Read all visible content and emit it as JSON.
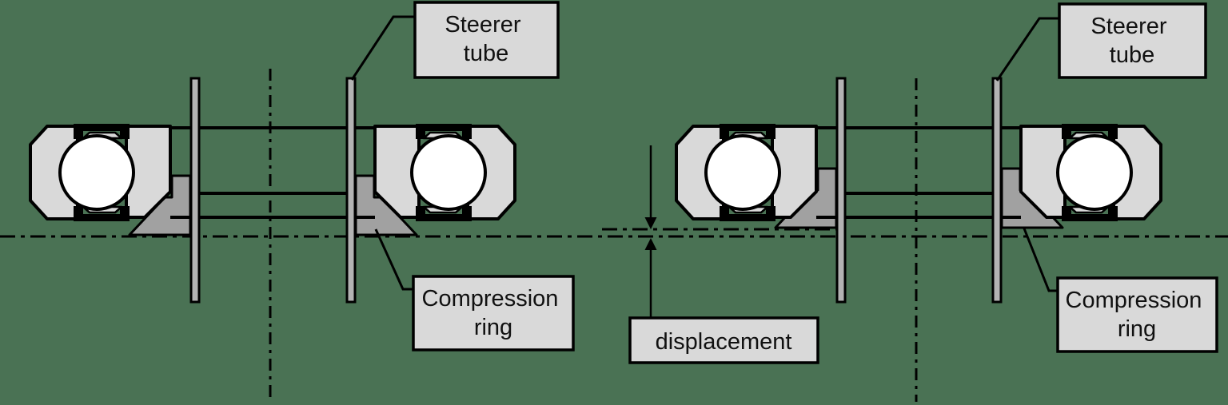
{
  "labels": {
    "steerer_tube_left": {
      "line1": "Steerer",
      "line2": "tube"
    },
    "steerer_tube_right": {
      "line1": "Steerer",
      "line2": "tube"
    },
    "compression_ring_left": {
      "line1": "Compression",
      "line2": "ring"
    },
    "compression_ring_right": {
      "line1": "Compression",
      "line2": "ring"
    },
    "displacement": "displacement"
  },
  "colors": {
    "background": "#4a7254",
    "outline": "#000000",
    "bearing_race_fill": "#d9d9d9",
    "label_box_fill": "#d9d9d9",
    "steerer_tube_fill": "#b3b3b3",
    "compression_ring_fill": "#a1a1a1",
    "ball_fill": "#ffffff",
    "text": "#111111"
  }
}
